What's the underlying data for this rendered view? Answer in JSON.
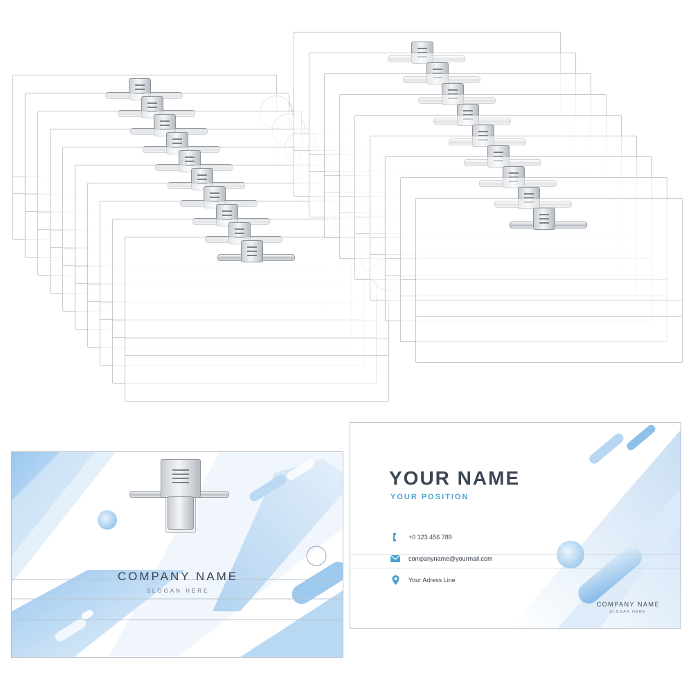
{
  "left_card": {
    "company_name": "COMPANY NAME",
    "slogan": "SLOGAN HERE"
  },
  "right_card": {
    "your_name": "YOUR NAME",
    "your_position": "YOUR POSITION",
    "phone": "+0 123 456 789",
    "email": "companyname@yourmail.com",
    "address": "Your Adress Line",
    "company_name": "COMPANY NAME",
    "slogan": "SLOGAN HERE"
  },
  "colors": {
    "accent_blue": "#4aa3d0",
    "light_blue": "#cfe3f6",
    "mid_blue": "#9cc8ee",
    "text_dark": "#3d4654"
  },
  "icons": {
    "phone": "phone-icon",
    "email": "email-icon",
    "address": "location-pin-icon"
  }
}
